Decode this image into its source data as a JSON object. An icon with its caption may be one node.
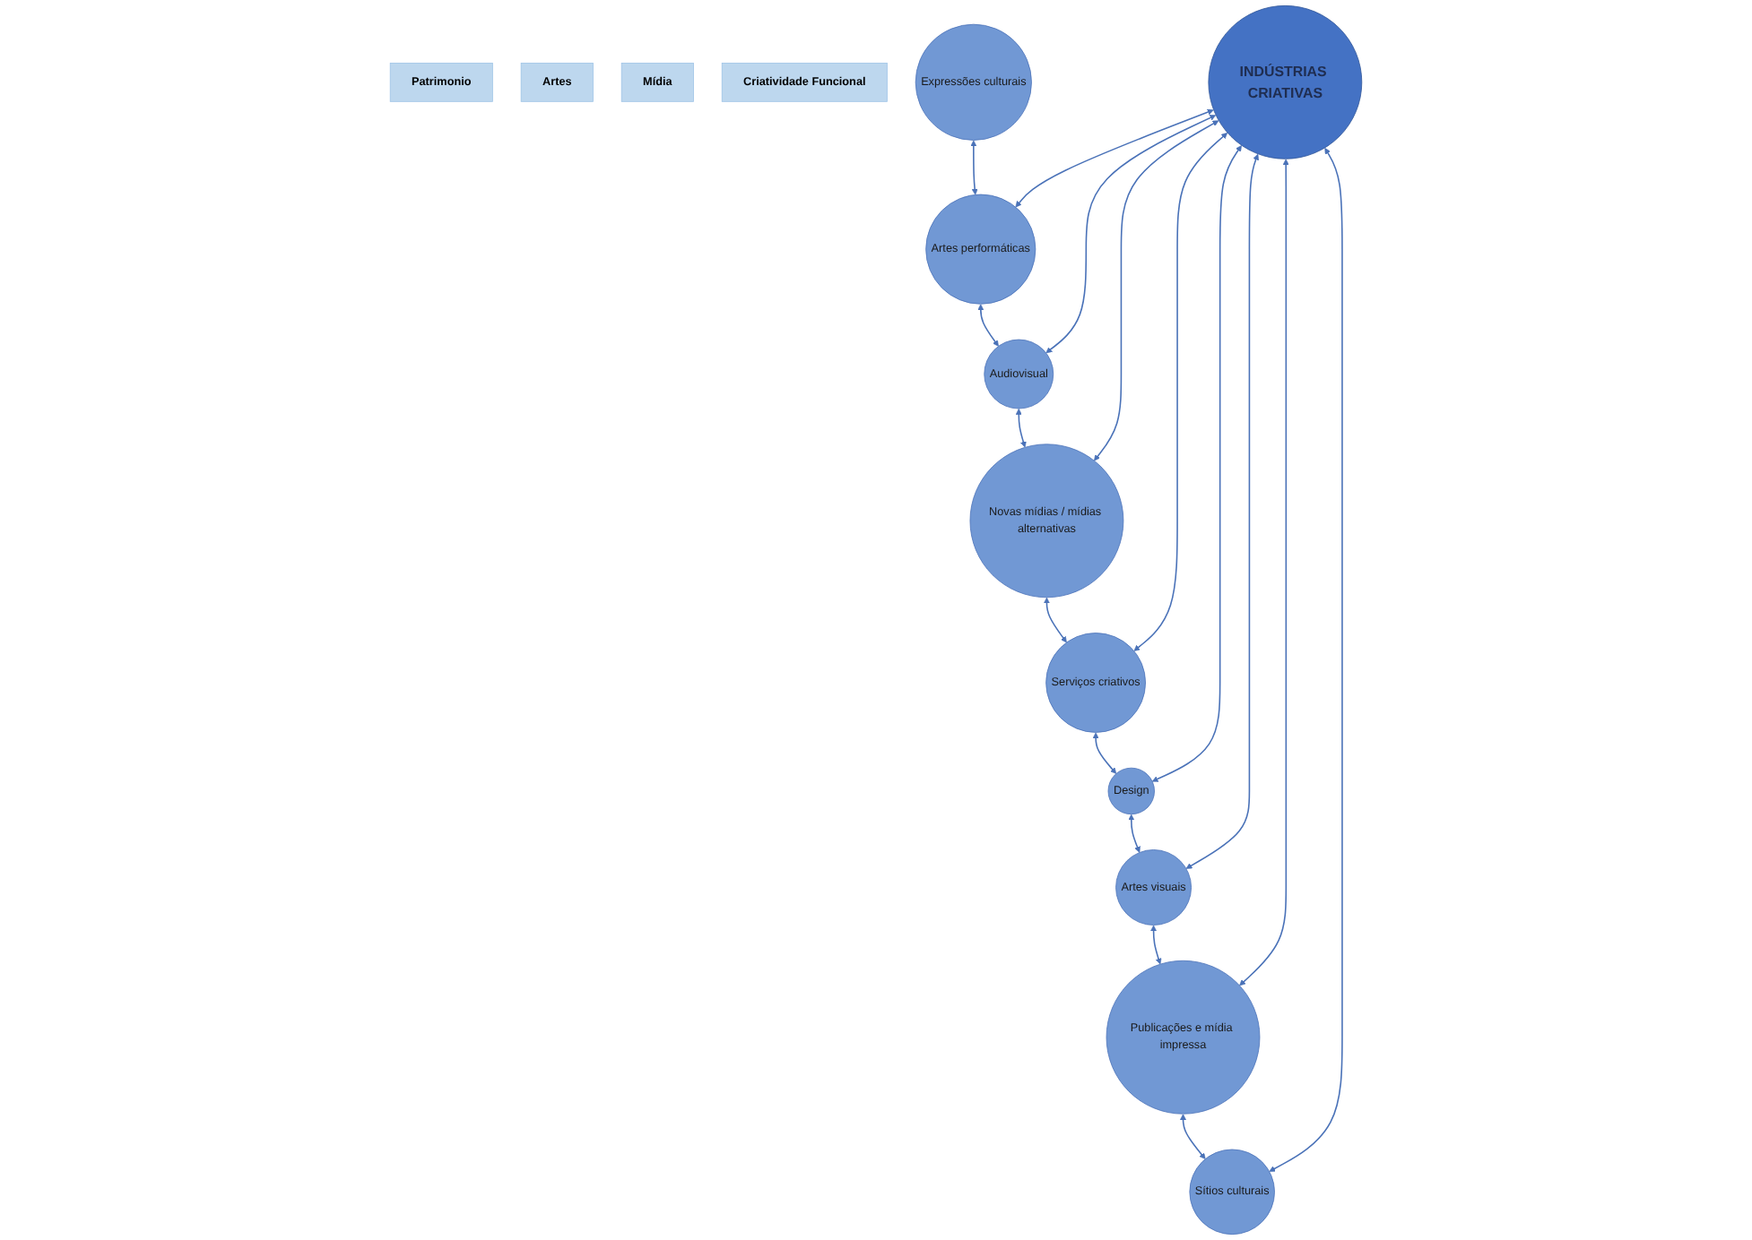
{
  "diagram": {
    "nodes": [
      {
        "text": [
          "Patrimonio"
        ]
      },
      {
        "text": [
          "Artes"
        ]
      },
      {
        "text": [
          "Mídia"
        ]
      },
      {
        "text": [
          "Criatividade Funcional"
        ]
      },
      {
        "text": [
          "Sítios culturais"
        ]
      },
      {
        "text": [
          "Expressões culturais"
        ]
      },
      {
        "text": [
          "Publicações e mídia impressa"
        ]
      },
      {
        "text": [
          "Artes performáticas"
        ]
      },
      {
        "text": [
          "INDÚSTRIAS CRIATIVAS"
        ]
      },
      {
        "text": [
          "Artes visuais"
        ]
      },
      {
        "text": [
          "Audiovisual"
        ]
      },
      {
        "text": [
          "Design"
        ]
      },
      {
        "text": [
          "Novas mídias / mídias alternativas"
        ]
      },
      {
        "text": [
          "Serviços criativos"
        ]
      }
    ],
    "edges": [
      {
        "from": 6,
        "to": 4,
        "arrow": "both"
      },
      {
        "from": 5,
        "to": 7,
        "arrow": "both"
      },
      {
        "from": 7,
        "to": 10,
        "arrow": "both"
      },
      {
        "from": 10,
        "to": 12,
        "arrow": "both"
      },
      {
        "from": 12,
        "to": 13,
        "arrow": "both"
      },
      {
        "from": 13,
        "to": 11,
        "arrow": "both"
      },
      {
        "from": 11,
        "to": 9,
        "arrow": "both"
      },
      {
        "from": 9,
        "to": 6,
        "arrow": "both"
      },
      {
        "from": 8,
        "to": 4,
        "arrow": "both"
      },
      {
        "from": 8,
        "to": 6,
        "arrow": "both"
      },
      {
        "from": 8,
        "to": 7,
        "arrow": "both"
      },
      {
        "from": 8,
        "to": 9,
        "arrow": "both"
      },
      {
        "from": 8,
        "to": 10,
        "arrow": "both"
      },
      {
        "from": 8,
        "to": 11,
        "arrow": "both"
      },
      {
        "from": 8,
        "to": 12,
        "arrow": "both"
      },
      {
        "from": 8,
        "to": 13,
        "arrow": "both"
      }
    ]
  }
}
